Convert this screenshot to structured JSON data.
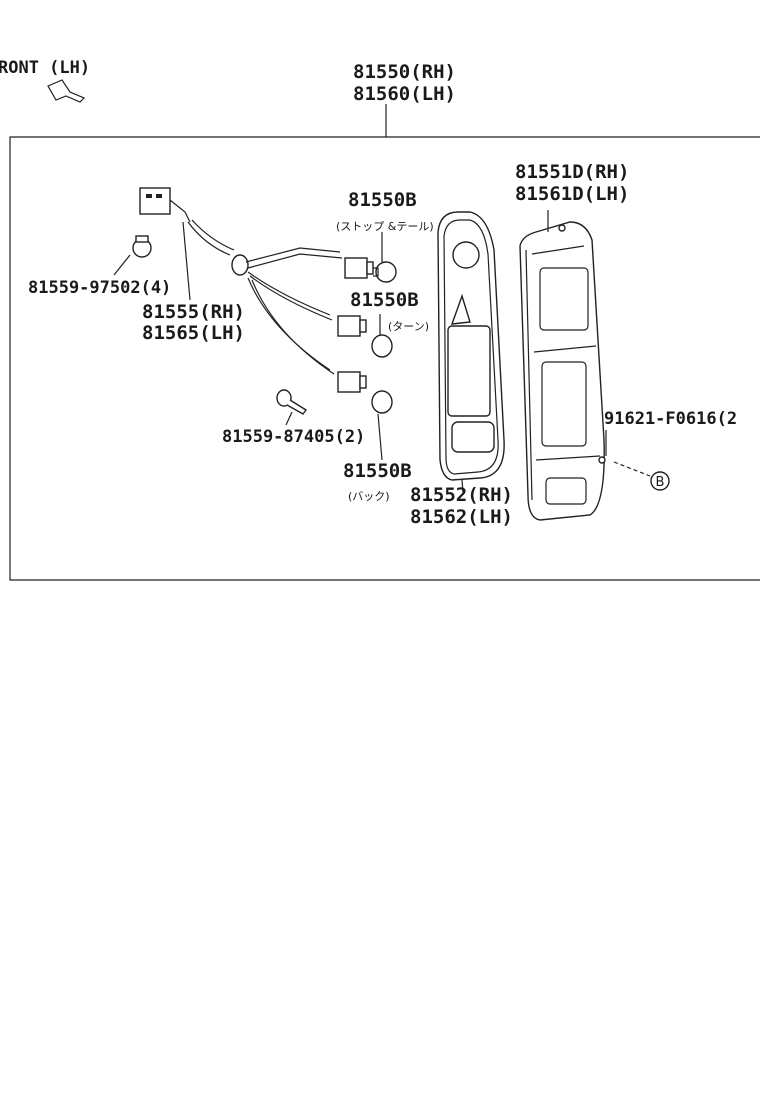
{
  "front_indicator": "RONT (LH)",
  "assembly": {
    "rh": "81550(RH)",
    "lh": "81560(LH)"
  },
  "lens": {
    "rh": "81551D(RH)",
    "lh": "81561D(LH)"
  },
  "gasket": {
    "rh": "81552(RH)",
    "lh": "81562(LH)"
  },
  "socket_wire": {
    "rh": "81555(RH)",
    "lh": "81565(LH)"
  },
  "clip": "81559-97502(4)",
  "screw_small": "81559-87405(2)",
  "bulb_stop": {
    "part": "81550B",
    "note": "(ストップ &テール)"
  },
  "bulb_turn": {
    "part": "81550B",
    "note": "(ターン)"
  },
  "bulb_back": {
    "part": "81550B",
    "note": "(バック)"
  },
  "screw_lens": "91621-F0616(2",
  "ref_b": "B"
}
